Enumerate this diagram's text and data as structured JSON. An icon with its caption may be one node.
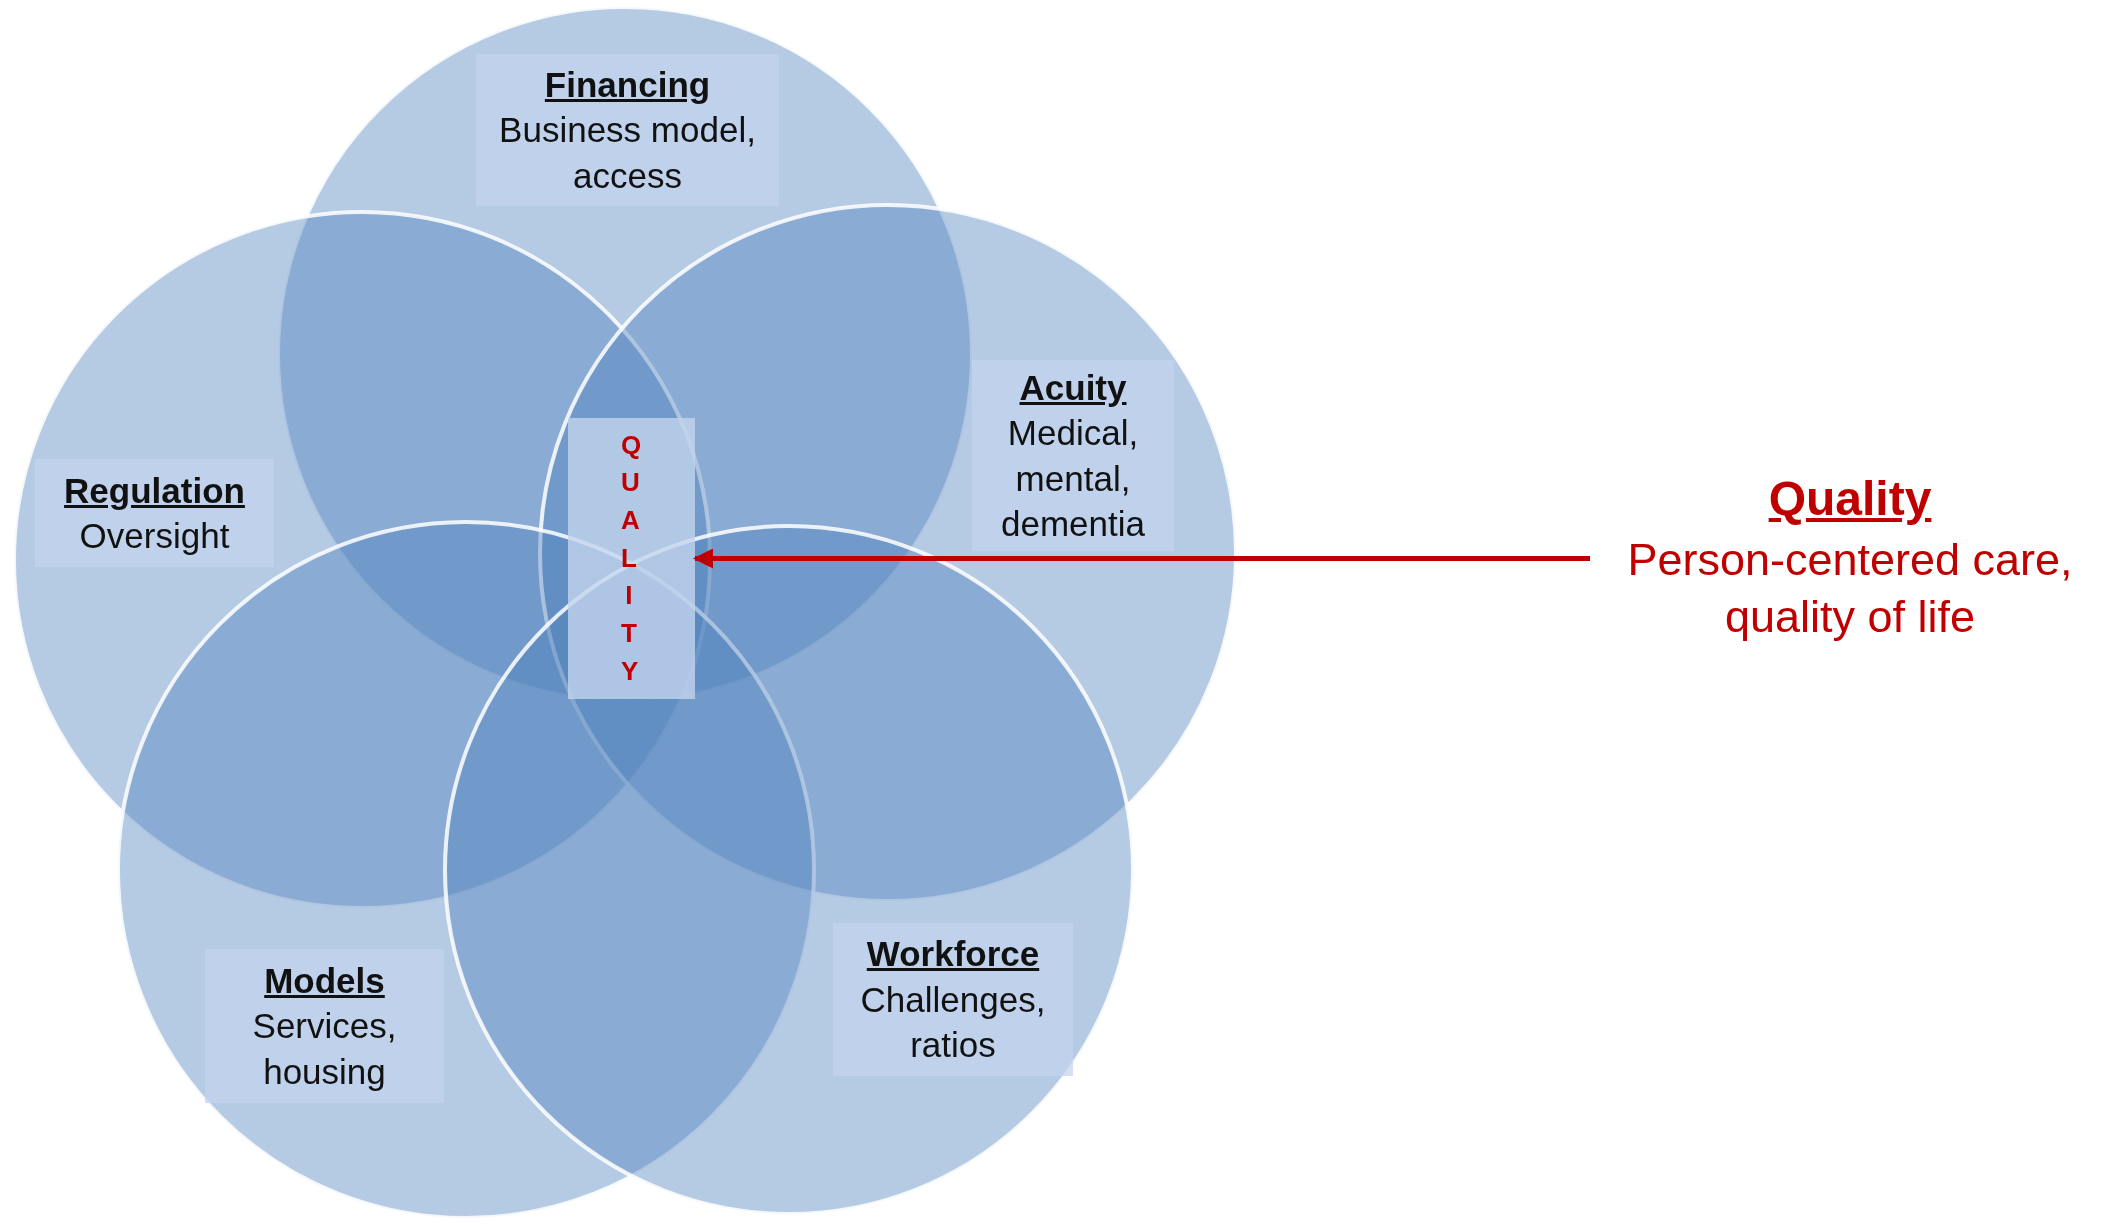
{
  "diagram": {
    "nodes": [
      {
        "text": [
          "Financing",
          "Business model, access"
        ]
      },
      {
        "text": [
          "Regulation",
          "Oversight"
        ]
      },
      {
        "text": [
          "Acuity",
          "Medical, mental, dementia"
        ]
      },
      {
        "text": [
          "QUALITY"
        ]
      },
      {
        "text": [
          "Models",
          "Services, housing"
        ]
      },
      {
        "text": [
          "Workforce",
          "Challenges, ratios"
        ]
      },
      {
        "text": [
          "Quality",
          "Person-centered care, quality of life"
        ]
      }
    ],
    "edges": [
      {
        "from": 6,
        "to": 3,
        "arrow": "to",
        "color": "#c00000"
      }
    ]
  }
}
